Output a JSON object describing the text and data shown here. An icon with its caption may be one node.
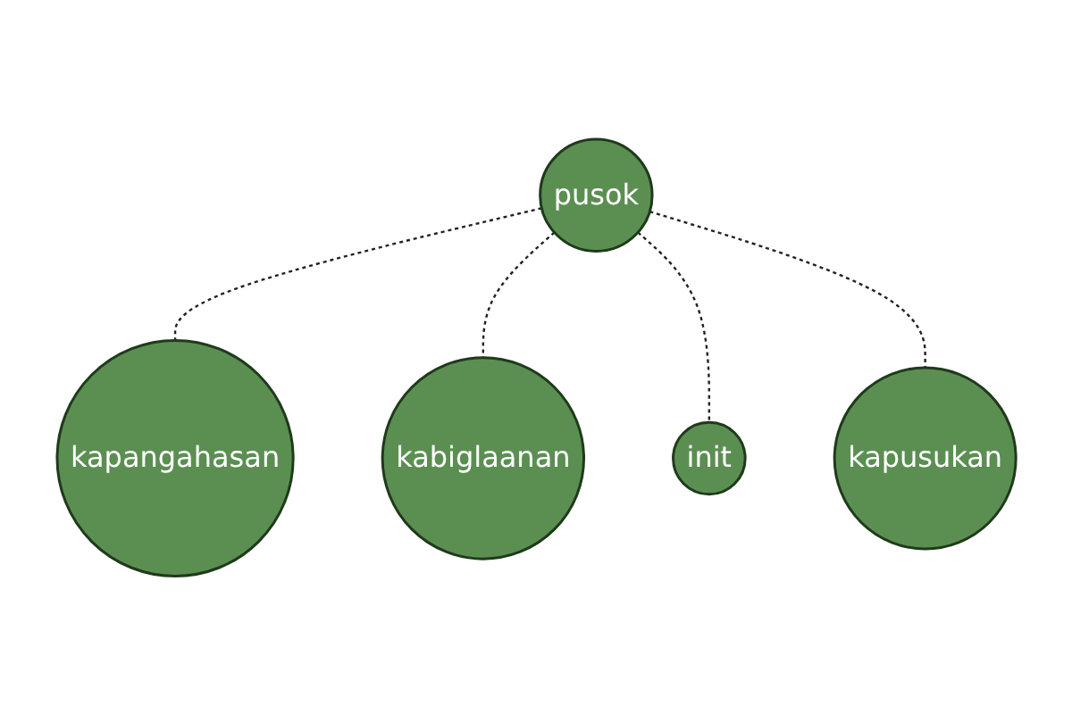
{
  "diagram": {
    "nodes": [
      {
        "text": [
          "kapangahasan"
        ]
      },
      {
        "text": [
          "kabiglaanan"
        ]
      },
      {
        "text": [
          "pusok"
        ]
      },
      {
        "text": [
          "init"
        ]
      },
      {
        "text": [
          "kapusukan"
        ]
      }
    ],
    "edges": [
      {
        "from": 2,
        "to": 0,
        "arrow": "none",
        "style": "dashed"
      },
      {
        "from": 2,
        "to": 1,
        "arrow": "none",
        "style": "dashed"
      },
      {
        "from": 2,
        "to": 3,
        "arrow": "none",
        "style": "dashed"
      },
      {
        "from": 2,
        "to": 4,
        "arrow": "none",
        "style": "dashed"
      }
    ]
  }
}
